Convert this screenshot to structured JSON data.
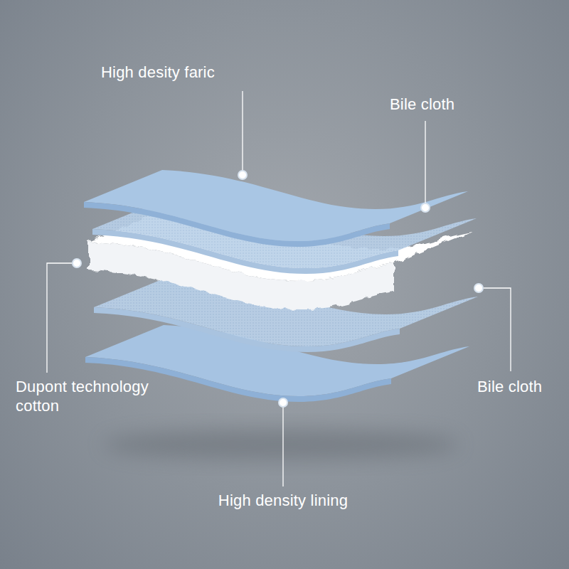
{
  "diagram": {
    "labels": [
      "High desity faric",
      "Bile cloth",
      "Dupont technology cotton",
      "Bile cloth",
      "High density lining"
    ]
  }
}
